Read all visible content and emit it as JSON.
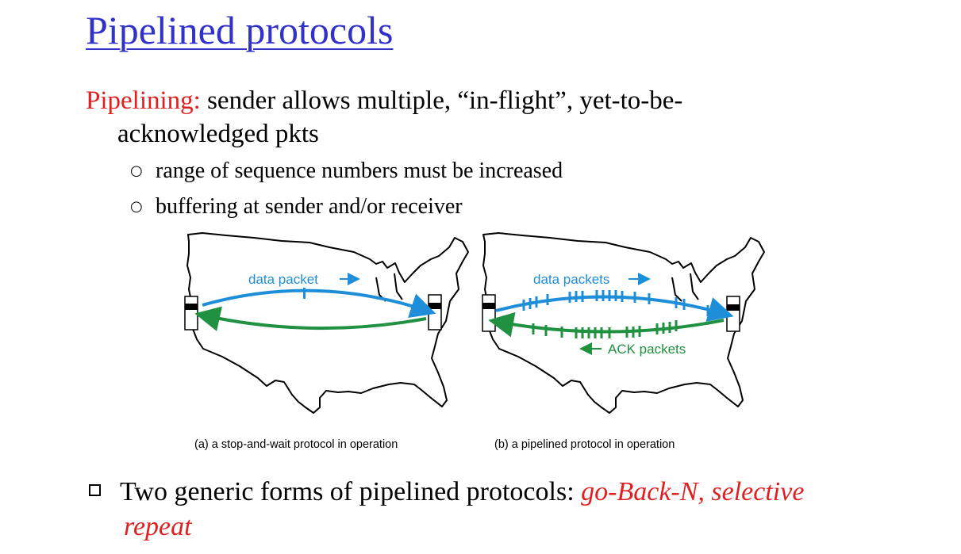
{
  "slide": {
    "title": "Pipelined protocols",
    "intro_label": "Pipelining:",
    "intro_text_line1": " sender allows multiple, “in-flight”, yet-to-be-",
    "intro_text_line2": "acknowledged pkts",
    "bullets": [
      "range of sequence numbers must be increased",
      "buffering at sender and/or receiver"
    ],
    "bottom_text": "Two generic forms of pipelined protocols: ",
    "bottom_emph_1": "go-Back-N, selective",
    "bottom_emph_2": "repeat"
  },
  "diagram": {
    "left": {
      "data_label": "data packet",
      "caption": "(a) a stop-and-wait protocol in operation"
    },
    "right": {
      "data_label": "data packets",
      "ack_label": "ACK packets",
      "caption": "(b) a pipelined protocol in operation"
    },
    "colors": {
      "data": "#1e8ed8",
      "ack": "#1f9141",
      "title": "#3232c8",
      "highlight": "#e02020"
    }
  }
}
